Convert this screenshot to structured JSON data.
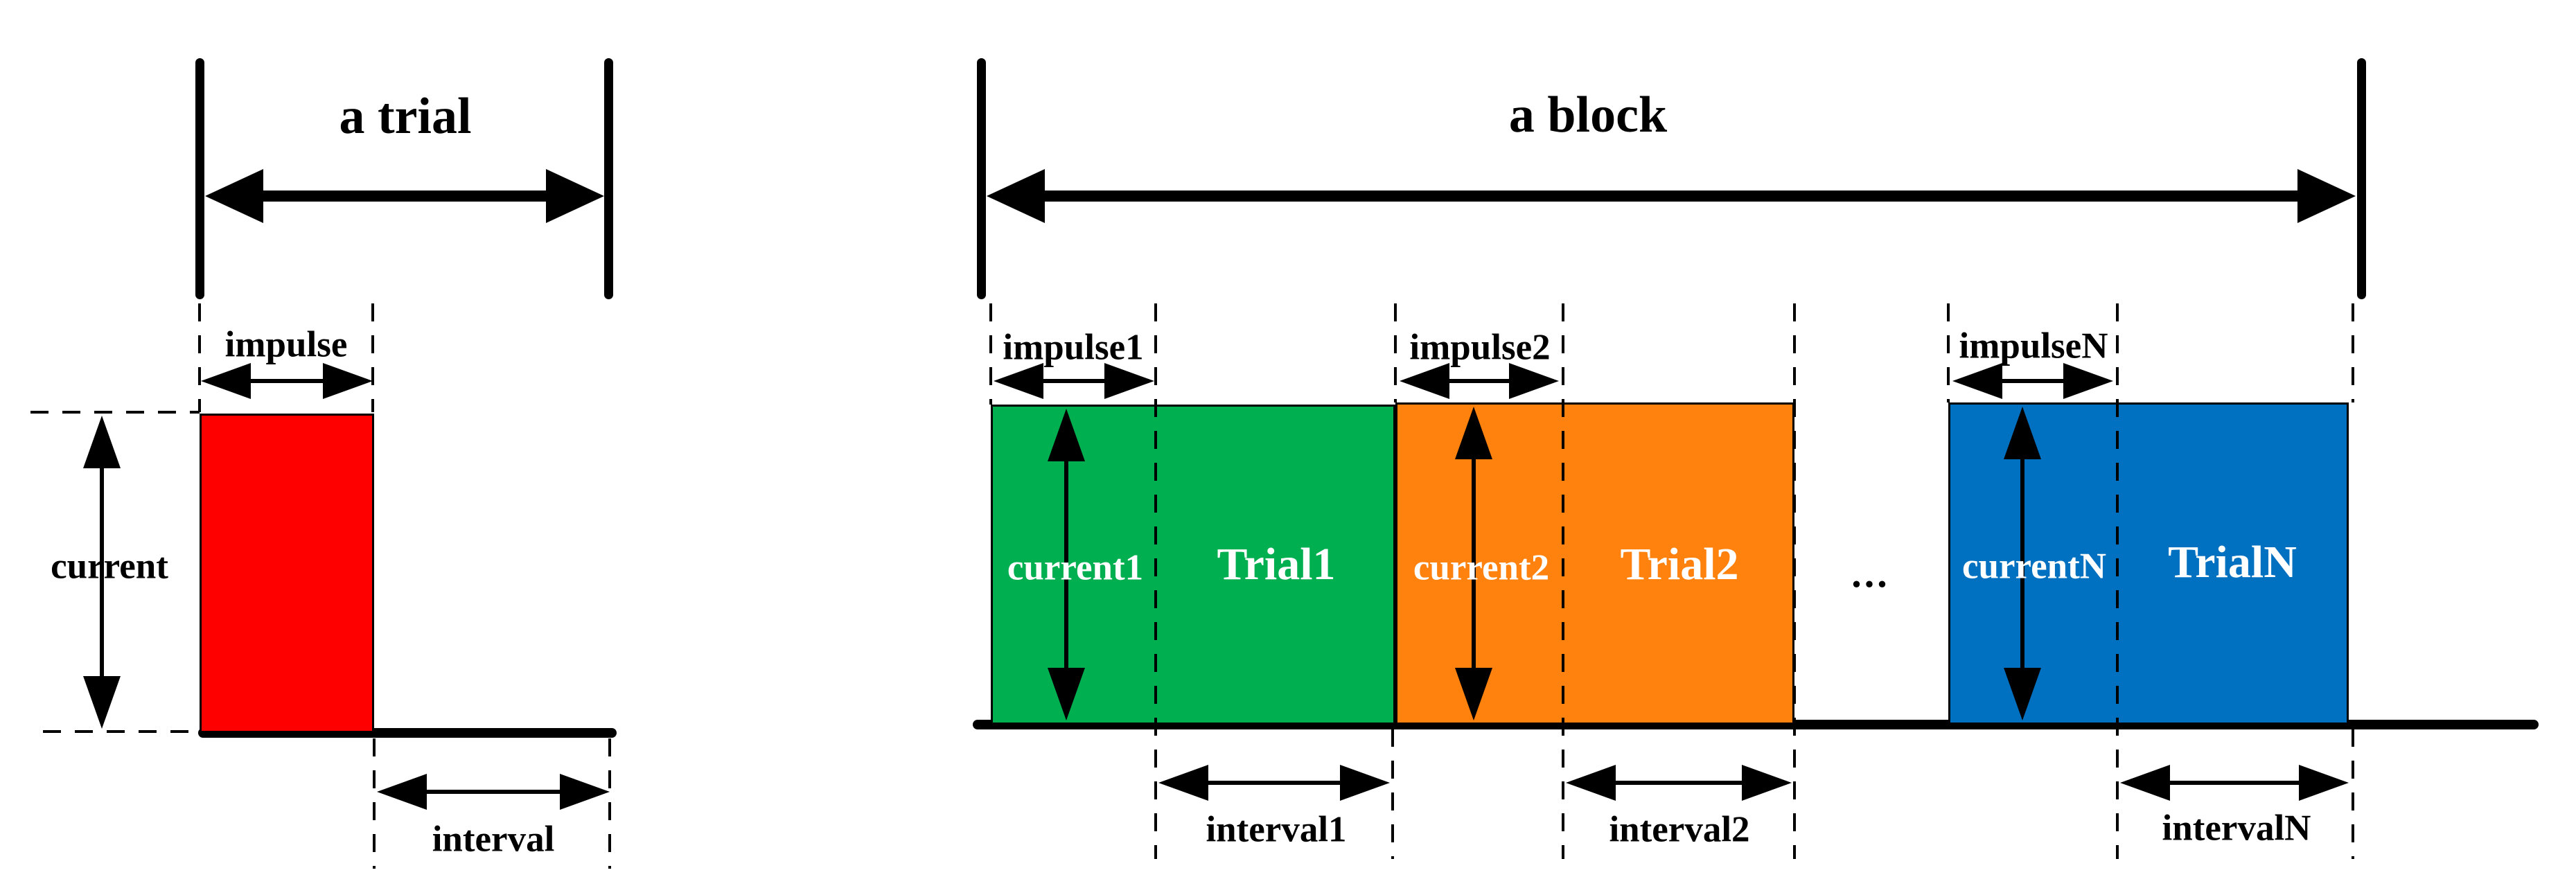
{
  "colors": {
    "impulse_red": "#FF0000",
    "trial1_green": "#00AF50",
    "trial2_orange": "#FF820F",
    "trialN_blue": "#0070C0",
    "line_black": "#000000"
  },
  "trial_diagram": {
    "span_label": "a trial",
    "impulse_label": "impulse",
    "current_label": "current",
    "interval_label": "interval"
  },
  "block_diagram": {
    "span_label": "a block",
    "ellipsis": "...",
    "trials": [
      {
        "name": "Trial1",
        "impulse_label": "impulse1",
        "current_label": "current1",
        "interval_label": "interval1"
      },
      {
        "name": "Trial2",
        "impulse_label": "impulse2",
        "current_label": "current2",
        "interval_label": "interval2"
      },
      {
        "name": "TrialN",
        "impulse_label": "impulseN",
        "current_label": "currentN",
        "interval_label": "intervalN"
      }
    ]
  }
}
